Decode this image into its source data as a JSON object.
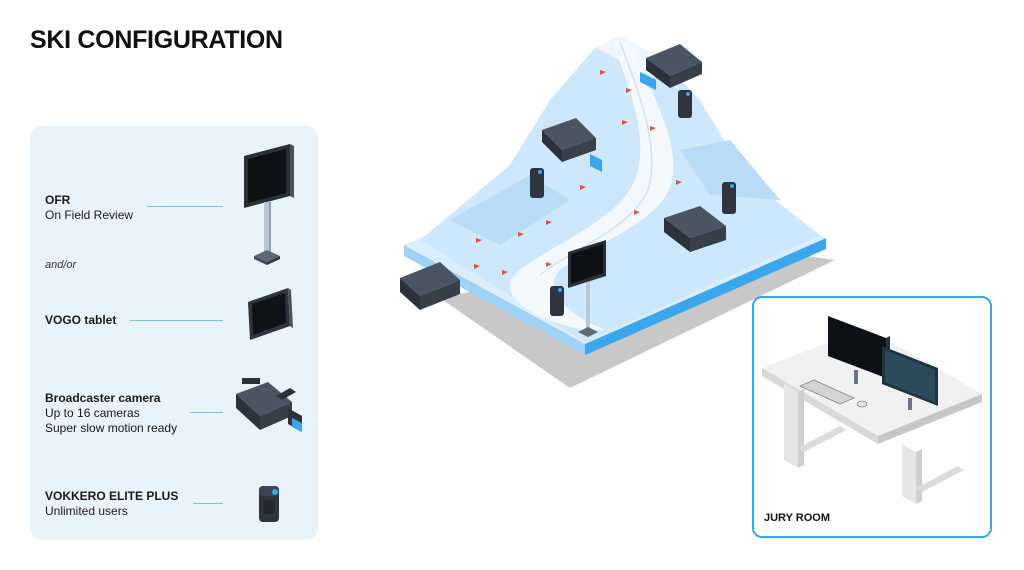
{
  "title": "SKI CONFIGURATION",
  "legend": {
    "andor": "and/or",
    "items": [
      {
        "name": "OFR",
        "lines": [
          "On Field Review"
        ],
        "icon": "ofr-monitor-icon"
      },
      {
        "name": "VOGO tablet",
        "lines": [],
        "icon": "tablet-icon"
      },
      {
        "name": "Broadcaster camera",
        "lines": [
          "Up to 16 cameras",
          "Super slow motion ready"
        ],
        "icon": "broadcast-camera-icon"
      },
      {
        "name": "VOKKERO ELITE PLUS",
        "lines": [
          "Unlimited users"
        ],
        "icon": "radio-device-icon"
      }
    ]
  },
  "jury_room": {
    "label": "JURY ROOM"
  },
  "colors": {
    "accent": "#3aa6ec",
    "panel": "#e8f3fc",
    "dark_device": "#2e3440",
    "snow": "#dbeefc"
  }
}
